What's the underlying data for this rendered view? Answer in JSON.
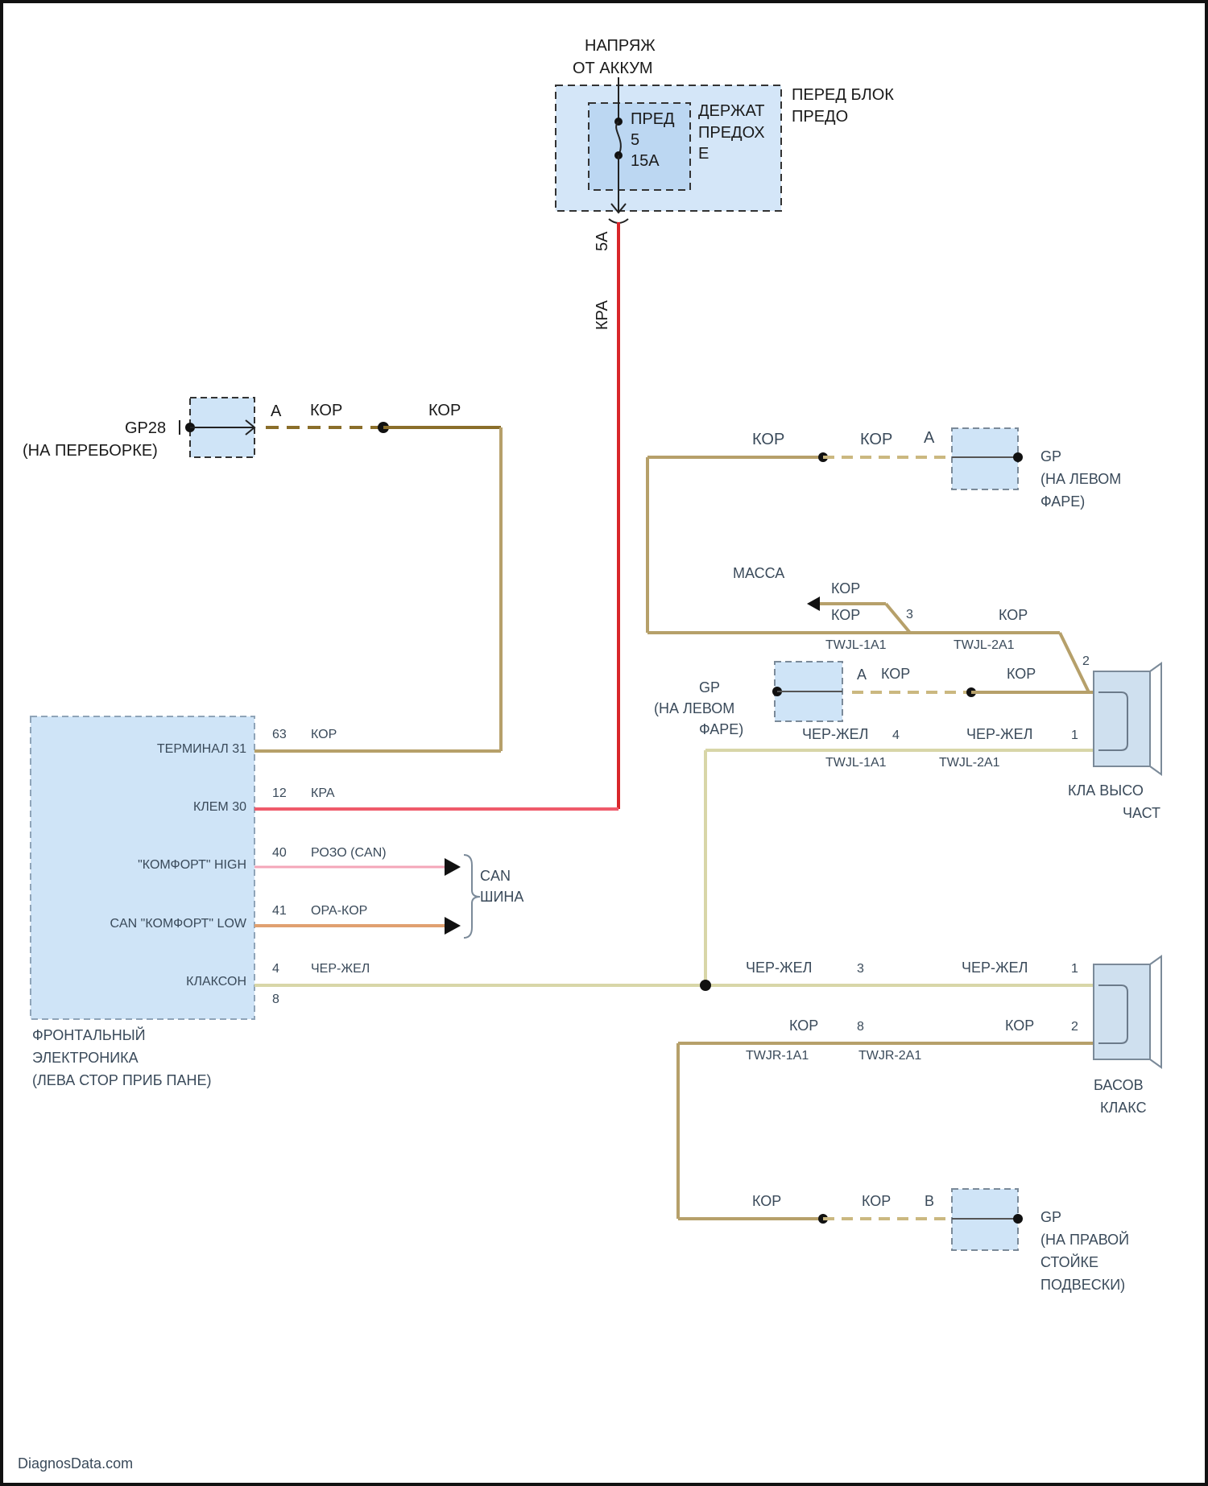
{
  "top": {
    "power_label_1": "НАПРЯЖ",
    "power_label_2": "ОТ АККУМ",
    "fuse_block_label_1": "ПЕРЕД БЛОК",
    "fuse_block_label_2": "ПРЕДО",
    "fuse_holder_label_1": "ДЕРЖАТ",
    "fuse_holder_label_2": "ПРЕДОХ",
    "fuse_holder_label_3": "Е",
    "fuse_name": "ПРЕД",
    "fuse_number": "5",
    "fuse_rating": "15А",
    "connector_pin": "5А",
    "wire_red": "КРА"
  },
  "ground_gp28": {
    "name": "GP28",
    "location": "(НА ПЕРЕБОРКЕ)",
    "pin": "A",
    "wire_1": "КОР",
    "wire_2": "КОР"
  },
  "ground_right_top": {
    "wire_1": "КОР",
    "wire_2": "КОР",
    "pin": "A",
    "name": "GP",
    "location_1": "(НА ЛЕВОМ",
    "location_2": "ФАРЕ)"
  },
  "massa": {
    "label": "МАССА",
    "wire_top": "КОР",
    "wire_mid": "КОР",
    "connector_left": "TWJL-1A1",
    "connector_right": "TWJL-2A1",
    "wire_right": "КОР",
    "pin_left": "3",
    "pin_right": "2"
  },
  "ground_gp_mid": {
    "name": "GP",
    "location_1": "(НА ЛЕВОМ",
    "location_2": "ФАРЕ)",
    "pin": "A",
    "wire_1": "КОР",
    "wire_2": "КОР"
  },
  "mid_signal": {
    "wire_left": "ЧЕР-ЖЕЛ",
    "wire_right": "ЧЕР-ЖЕЛ",
    "pin_left": "4",
    "pin_right": "1",
    "connector_left": "TWJL-1A1",
    "connector_right": "TWJL-2A1"
  },
  "speaker_top": {
    "label_1": "КЛА ВЫСО",
    "label_2": "ЧАСТ"
  },
  "module": {
    "label_1": "ФРОНТАЛЬНЫЙ",
    "label_2": "ЭЛЕКТРОНИКА",
    "label_3": "(ЛЕВА СТОР ПРИБ ПАНЕ)",
    "pins": [
      {
        "name": "ТЕРМИНАЛ 31",
        "pin": "63",
        "wire": "КОР"
      },
      {
        "name": "КЛЕМ 30",
        "pin": "12",
        "wire": "КРА"
      },
      {
        "name": "\"КОМФОРТ\" HIGH",
        "pin": "40",
        "wire": "РОЗО (CAN)"
      },
      {
        "name": "CAN \"КОМФОРТ\" LOW",
        "pin": "41",
        "wire": "ОРА-КОР"
      },
      {
        "name": "КЛАКСОН",
        "pin": "4",
        "wire": "ЧЕР-ЖЕЛ"
      }
    ],
    "extra_pin": "8"
  },
  "can_bus": {
    "label_1": "CAN",
    "label_2": "ШИНА"
  },
  "bottom_signal": {
    "wire_left": "ЧЕР-ЖЕЛ",
    "wire_right": "ЧЕР-ЖЕЛ",
    "pin_left": "3",
    "pin_right": "1"
  },
  "bottom_ground_wire": {
    "wire_left": "КОР",
    "wire_right": "КОР",
    "pin_left": "8",
    "pin_right": "2",
    "connector_left": "TWJR-1A1",
    "connector_right": "TWJR-2A1"
  },
  "speaker_bottom": {
    "label_1": "БАСОВ",
    "label_2": "КЛАКС"
  },
  "ground_bottom": {
    "wire_1": "КОР",
    "wire_2": "КОР",
    "pin": "B",
    "name": "GP",
    "location_1": "(НА ПРАВОЙ",
    "location_2": "СТОЙКЕ",
    "location_3": "ПОДВЕСКИ)"
  },
  "watermark": "DiagnosData.com",
  "colors": {
    "red_wire": "#d9262a",
    "brown_wire": "#a88c50",
    "pink_wire": "#f4a6b8",
    "orange_wire": "#e0a070",
    "yellow_wire": "#d8d6a8",
    "box_fill": "#cfe4f7"
  }
}
